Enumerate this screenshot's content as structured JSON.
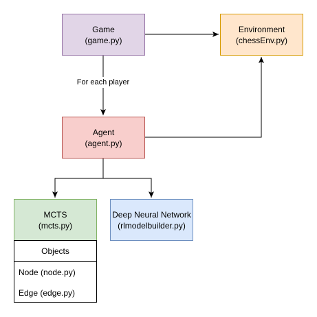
{
  "nodes": {
    "game": {
      "title": "Game",
      "file": "(game.py)"
    },
    "env": {
      "title": "Environment",
      "file": "(chessEnv.py)"
    },
    "agent": {
      "title": "Agent",
      "file": "(agent.py)"
    },
    "mcts": {
      "title": "MCTS",
      "file": "(mcts.py)"
    },
    "dnn": {
      "title": "Deep Neural Network",
      "file": "(rlmodelbuilder.py)"
    }
  },
  "objects": {
    "header": "Objects",
    "items": [
      "Node (node.py)",
      "Edge (edge.py)"
    ]
  },
  "edges": {
    "game_to_agent_label": "For each player"
  }
}
